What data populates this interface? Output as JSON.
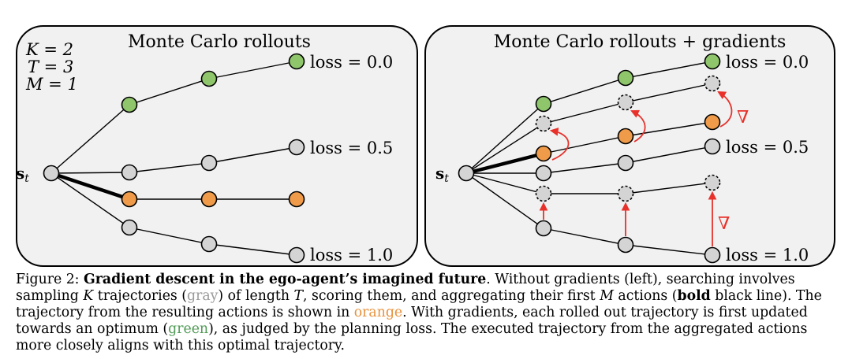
{
  "colors": {
    "gray_node": "#d4d4d4",
    "green_node": "#8fc66c",
    "orange_node": "#ef9b4a",
    "gradient_red": "#e8312b",
    "panel_fill": "#f1f1f1"
  },
  "left_panel": {
    "title": "Monte Carlo rollouts",
    "params": [
      "K = 2",
      "T = 3",
      "M = 1"
    ],
    "start_label": "s",
    "start_sub": "t",
    "loss_labels": [
      "loss = 0.0",
      "loss = 0.5",
      "loss = 1.0"
    ]
  },
  "right_panel": {
    "title": "Monte Carlo rollouts + gradients",
    "start_label": "s",
    "start_sub": "t",
    "loss_labels": [
      "loss = 0.0",
      "loss = 0.5",
      "loss = 1.0"
    ],
    "gradient_symbol": "∇"
  },
  "caption": {
    "prefix": "Figure 2: ",
    "bold_title": "Gradient descent in the ego-agent’s imagined future",
    "t1": ". Without gradients (left), searching involves sampling ",
    "K": "K",
    "t2": " trajectories (",
    "gray_word": "gray",
    "t3": ") of length ",
    "T": "T",
    "t4": ", scoring them, and aggregating their first ",
    "M": "M",
    "t5": " actions (",
    "bold_word": "bold",
    "t6": " black line). The trajectory from the resulting actions is shown in ",
    "orange_word": "orange",
    "t7": ". With gradients, each rolled out trajectory is first updated towards an optimum (",
    "green_word": "green",
    "t8": "), as judged by the planning loss. The executed trajectory from the aggregated actions more closely aligns with this optimal trajectory."
  }
}
